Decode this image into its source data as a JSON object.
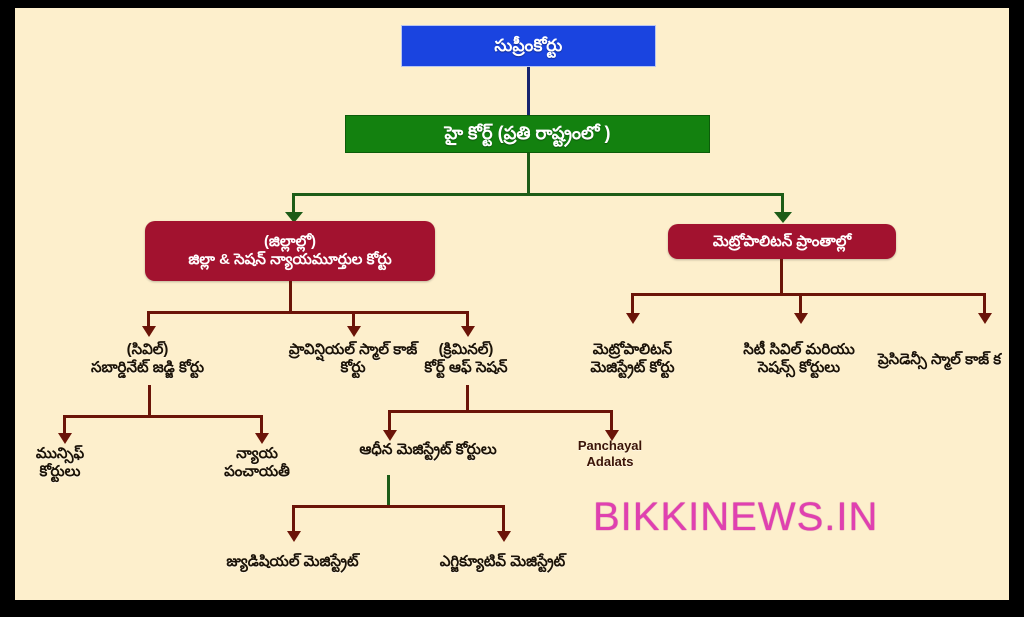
{
  "meta": {
    "title": "Indian Judiciary Hierarchy Chart (Telugu)",
    "background_color": "#fdefcc",
    "letterbox_color": "#000000"
  },
  "watermark": {
    "text": "BIKKINEWS.IN",
    "color": "#e040b0"
  },
  "palette": {
    "supreme_box": "#1a44e0",
    "high_court_box": "#13810f",
    "red_box": "#a2122f",
    "navy_connector": "#17246e",
    "green_connector": "#1d5c17",
    "dark_red_connector": "#6b1408",
    "label_text": "#1b1206"
  },
  "nodes": {
    "supreme_court": "సుప్రీంకోర్టు",
    "high_court": "హై కోర్ట్ (ప్రతి రాష్ట్రంలో )",
    "district_courts": {
      "line1": "(జిల్లాల్లో)",
      "line2": "జిల్లా & సెషన్ న్యాయమూర్తుల కోర్టు"
    },
    "metropolitan_areas": "మెట్రోపాలిటన్ ప్రాంతాల్లో",
    "civil_subordinate": {
      "line1": "(సివిల్)",
      "line2": "సబార్డినేట్ జడ్జి కోర్టు"
    },
    "provincial_small_cause": {
      "line1": "ప్రావిన్షియల్ స్మాల్ కాజ్",
      "line2": "కోర్టు"
    },
    "criminal_court_of_session": {
      "line1": "(క్రిమినల్)",
      "line2": "కోర్ట్ ఆఫ్ సెషన్"
    },
    "metropolitan_magistrate": {
      "line1": "మెట్రోపాలిటన్",
      "line2": "మెజిస్ట్రేట్ కోర్టు"
    },
    "city_civil_sessions": {
      "line1": "సిటీ సివిల్ మరియు",
      "line2": "సెషన్స్ కోర్టులు"
    },
    "presidency_small_cause": "ప్రెసిడెన్సీ స్మాల్ కాజ్ క",
    "munsiff_courts": {
      "line1": "మున్సిఫ్",
      "line2": "కోర్టులు"
    },
    "nyaya_panchayat": {
      "line1": "న్యాయ",
      "line2": "పంచాయతీ"
    },
    "subordinate_magistrate_courts": "ఆధీన మెజిస్ట్రేట్ కోర్టులు",
    "panchayal_adalats": {
      "line1": "Panchayal",
      "line2": "Adalats"
    },
    "judicial_magistrate": "జ్యుడిషియల్ మెజిస్ట్రేట్",
    "executive_magistrate": "ఎగ్జిక్యూటివ్ మెజిస్ట్రేట్"
  },
  "chart_data": {
    "type": "diagram",
    "title": "Indian Judiciary Hierarchy (Telugu)",
    "levels": [
      {
        "level": 1,
        "items": [
          "సుప్రీంకోర్టు"
        ]
      },
      {
        "level": 2,
        "items": [
          "హై కోర్ట్ (ప్రతి రాష్ట్రంలో )"
        ]
      },
      {
        "level": 3,
        "items": [
          "(జిల్లాల్లో) జిల్లా & సెషన్ న్యాయమూర్తుల కోర్టు",
          "మెట్రోపాలిటన్ ప్రాంతాల్లో"
        ]
      },
      {
        "level": 4,
        "items": [
          "(సివిల్) సబార్డినేట్ జడ్జి కోర్టు",
          "ప్రావిన్షియల్ స్మాల్ కాజ్ కోర్టు",
          "(క్రిమినల్) కోర్ట్ ఆఫ్ సెషన్",
          "మెట్రోపాలిటన్ మెజిస్ట్రేట్ కోర్టు",
          "సిటీ సివిల్ మరియు సెషన్స్ కోర్టులు",
          "ప్రెసిడెన్సీ స్మాల్ కాజ్ క"
        ]
      },
      {
        "level": 5,
        "items": [
          "మున్సిఫ్ కోర్టులు",
          "న్యాయ పంచాయతీ",
          "ఆధీన మెజిస్ట్రేట్ కోర్టులు",
          "Panchayal Adalats"
        ]
      },
      {
        "level": 6,
        "items": [
          "జ్యుడిషియల్ మెజిస్ట్రేట్",
          "ఎగ్జిక్యూటివ్ మెజిస్ట్రేట్"
        ]
      }
    ],
    "edges": [
      {
        "from": "సుప్రీంకోర్టు",
        "to": "హై కోర్ట్ (ప్రతి రాష్ట్రంలో )"
      },
      {
        "from": "హై కోర్ట్ (ప్రతి రాష్ట్రంలో )",
        "to": "(జిల్లాల్లో) జిల్లా & సెషన్ న్యాయమూర్తుల కోర్టు"
      },
      {
        "from": "హై కోర్ట్ (ప్రతి రాష్ట్రంలో )",
        "to": "మెట్రోపాలిటన్ ప్రాంతాల్లో"
      },
      {
        "from": "(జిల్లాల్లో) జిల్లా & సెషన్ న్యాయమూర్తుల కోర్టు",
        "to": "(సివిల్) సబార్డినేట్ జడ్జి కోర్టు"
      },
      {
        "from": "(జిల్లాల్లో) జిల్లా & సెషన్ న్యాయమూర్తుల కోర్టు",
        "to": "ప్రావిన్షియల్ స్మాల్ కాజ్ కోర్టు"
      },
      {
        "from": "(జిల్లాల్లో) జిల్లా & సెషన్ న్యాయమూర్తుల కోర్టు",
        "to": "(క్రిమినల్) కోర్ట్ ఆఫ్ సెషన్"
      },
      {
        "from": "మెట్రోపాలిటన్ ప్రాంతాల్లో",
        "to": "మెట్రోపాలిటన్ మెజిస్ట్రేట్ కోర్టు"
      },
      {
        "from": "మెట్రోపాలిటన్ ప్రాంతాల్లో",
        "to": "సిటీ సివిల్ మరియు సెషన్స్ కోర్టులు"
      },
      {
        "from": "మెట్రోపాలిటన్ ప్రాంతాల్లో",
        "to": "ప్రెసిడెన్సీ స్మాల్ కాజ్ క"
      },
      {
        "from": "(సివిల్) సబార్డినేట్ జడ్జి కోర్టు",
        "to": "మున్సిఫ్ కోర్టులు"
      },
      {
        "from": "(సివిల్) సబార్డినేట్ జడ్జి కోర్టు",
        "to": "న్యాయ పంచాయతీ"
      },
      {
        "from": "(క్రిమినల్) కోర్ట్ ఆఫ్ సెషన్",
        "to": "ఆధీన మెజిస్ట్రేట్ కోర్టులు"
      },
      {
        "from": "(క్రిమినల్) కోర్ట్ ఆఫ్ సెషన్",
        "to": "Panchayal Adalats"
      },
      {
        "from": "ఆధీన మెజిస్ట్రేట్ కోర్టులు",
        "to": "జ్యుడిషియల్ మెజిస్ట్రేట్"
      },
      {
        "from": "ఆధీన మెజిస్ట్రేట్ కోర్టులు",
        "to": "ఎగ్జిక్యూటివ్ మెజిస్ట్రేట్"
      }
    ]
  }
}
